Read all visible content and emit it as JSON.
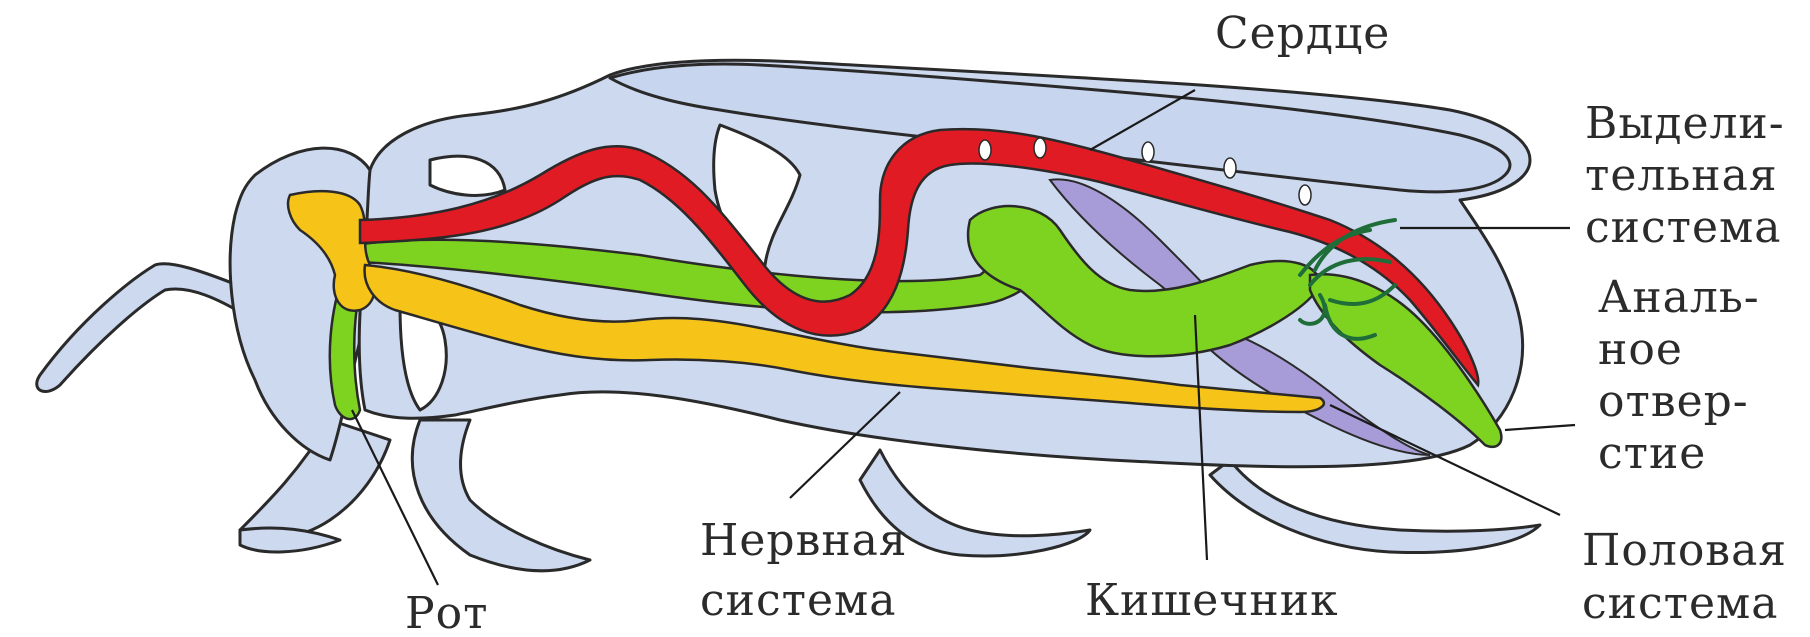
{
  "colors": {
    "body": "#cdd9ef",
    "heart": "#e01b24",
    "nerve": "#f6c419",
    "gut": "#7ed321",
    "reproductive": "#a89cd8",
    "excretory": "#1f6e3a"
  },
  "labels": {
    "heart": "Сердце",
    "excretory": [
      "Выдели-",
      "тельная",
      "система"
    ],
    "anal": [
      "Аналь-",
      "ное",
      "отвер-",
      "стие"
    ],
    "reproductive": [
      "Половая",
      "система"
    ],
    "gut": "Кишечник",
    "nerve": [
      "Нервная",
      "система"
    ],
    "mouth": "Рот"
  }
}
